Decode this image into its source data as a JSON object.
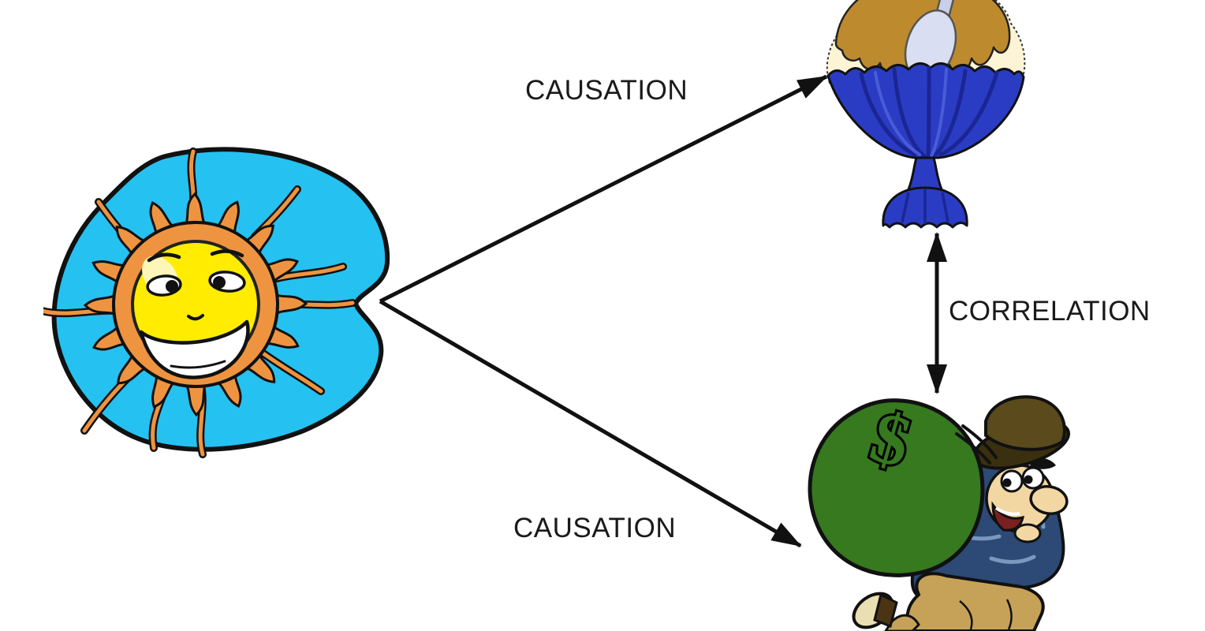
{
  "diagram": {
    "type": "causation-vs-correlation",
    "nodes": [
      {
        "id": "sun",
        "icon": "smiling-sun-illustration",
        "description": "cartoon smiling sun with orange rays on a blue sky blob"
      },
      {
        "id": "ice-cream",
        "icon": "ice-cream-sundae-illustration",
        "description": "ice cream sundae in a blue goblet with spoon, caramel and cherry"
      },
      {
        "id": "money",
        "icon": "thief-money-bag-illustration",
        "description": "man in hat and blue jacket carrying a green money bag with dollar sign"
      }
    ],
    "edges": [
      {
        "from": "sun",
        "to": "ice-cream",
        "label": "CAUSATION",
        "style": "single-arrow"
      },
      {
        "from": "sun",
        "to": "money",
        "label": "CAUSATION",
        "style": "single-arrow"
      },
      {
        "from": "ice-cream",
        "to": "money",
        "label": "CORRELATION",
        "style": "double-arrow"
      }
    ],
    "colors": {
      "background": "#ffffff",
      "arrow": "#111111",
      "label_text": "#1a1a1a",
      "sky_blob_blue": "#25c1f0",
      "sun_ray_orange": "#ee9440",
      "sun_face_yellow": "#ffec00",
      "sundae_cup_blue": "#2b3cc4",
      "sundae_cup_shadow": "#1a2694",
      "ice_cream_cream": "#fcf4d4",
      "caramel_brown": "#be8a2e",
      "cherry_red": "#d61a2c",
      "topping_pink": "#ee5fa2",
      "spoon_lavender": "#d9def2",
      "money_bag_green": "#36791f",
      "jacket_navy": "#2c4a75",
      "pants_tan": "#c6a258",
      "hat_brown": "#5a4a1c",
      "skin_tone": "#f2d7a3"
    }
  }
}
